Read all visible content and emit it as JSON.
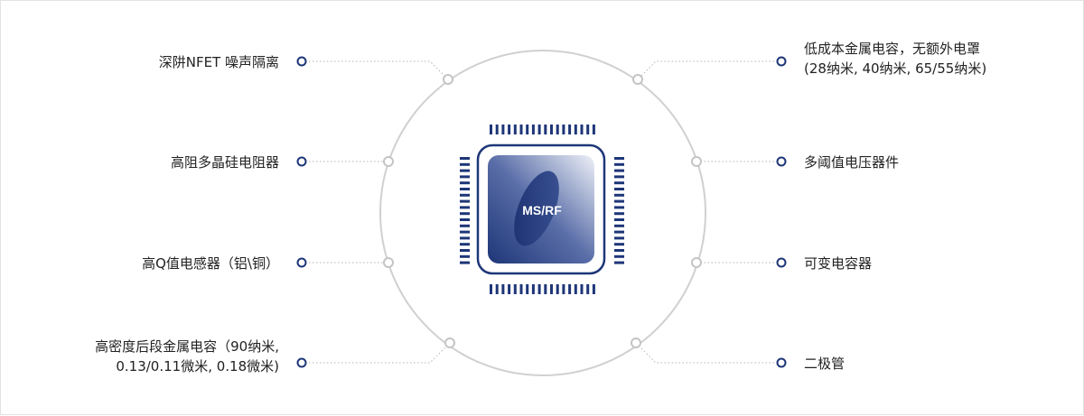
{
  "chip": {
    "label": "MS/RF"
  },
  "left_features": [
    {
      "lines": [
        "深阱NFET 噪声隔离"
      ]
    },
    {
      "lines": [
        "高阻多晶硅电阻器"
      ]
    },
    {
      "lines": [
        "高Q值电感器（铝\\铜）"
      ]
    },
    {
      "lines": [
        "高密度后段金属电容（90纳米,",
        "0.13/0.11微米, 0.18微米)"
      ]
    }
  ],
  "right_features": [
    {
      "lines": [
        "低成本金属电容，无额外电罩",
        "(28纳米, 40纳米, 65/55纳米)"
      ]
    },
    {
      "lines": [
        "多阈值电压器件"
      ]
    },
    {
      "lines": [
        "可变电容器"
      ]
    },
    {
      "lines": [
        "二极管"
      ]
    }
  ],
  "colors": {
    "accent": "#1e3678",
    "chip_dark": "#1e3678",
    "chip_light": "#eef1f8",
    "ring": "#d0d0d0",
    "leader": "#b5b5b5",
    "text": "#222222"
  }
}
